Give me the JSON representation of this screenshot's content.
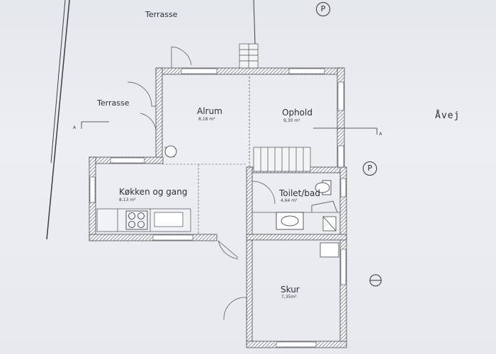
{
  "labels": {
    "terrasse_top": "Terrasse",
    "terrasse_left": "Terrasse",
    "street": "Åvej",
    "parking_symbol": "P",
    "section_mark": "A"
  },
  "rooms": [
    {
      "key": "alrum",
      "name": "Alrum",
      "area": "8,18 m²"
    },
    {
      "key": "ophold",
      "name": "Ophold",
      "area": "9,30 m²"
    },
    {
      "key": "kokken",
      "name": "Køkken og gang",
      "area": "8,13 m²"
    },
    {
      "key": "toilet",
      "name": "Toilet/bad",
      "area": "4,64 m²"
    },
    {
      "key": "skur",
      "name": "Skur",
      "area": "7,35m²"
    }
  ]
}
